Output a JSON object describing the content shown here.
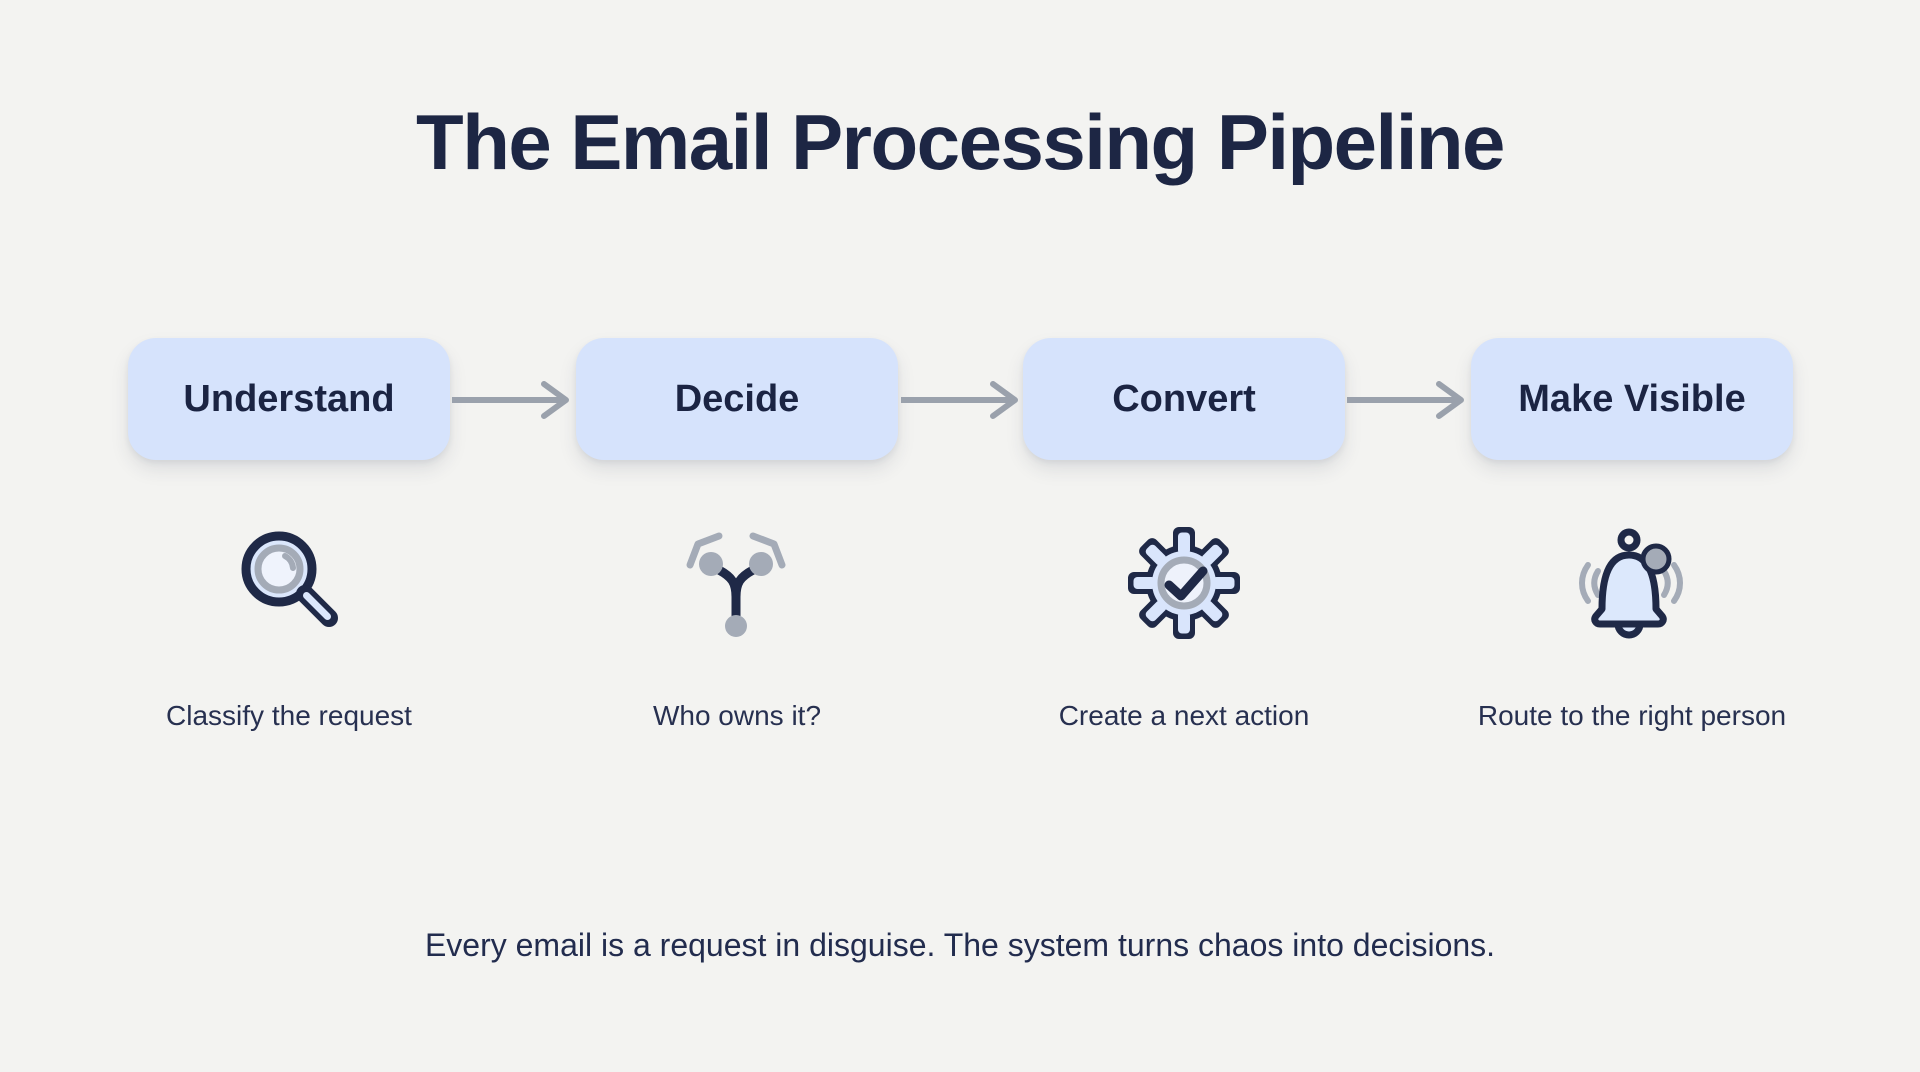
{
  "title": "The Email Processing Pipeline",
  "pipeline": {
    "stages": [
      {
        "label": "Understand",
        "icon": "magnifier-icon",
        "caption": "Classify the request"
      },
      {
        "label": "Decide",
        "icon": "branch-icon",
        "caption": "Who owns it?"
      },
      {
        "label": "Convert",
        "icon": "gear-check-icon",
        "caption": "Create a next action"
      },
      {
        "label": "Make Visible",
        "icon": "bell-icon",
        "caption": "Route to the right person"
      }
    ]
  },
  "tagline": "Every email is a request in disguise. The system turns chaos into decisions.",
  "colors": {
    "background": "#f3f3f1",
    "box_fill": "#d6e3fc",
    "navy_text": "#1d2644",
    "arrow_gray": "#9aa1ac",
    "icon_gray": "#a4abb7"
  }
}
